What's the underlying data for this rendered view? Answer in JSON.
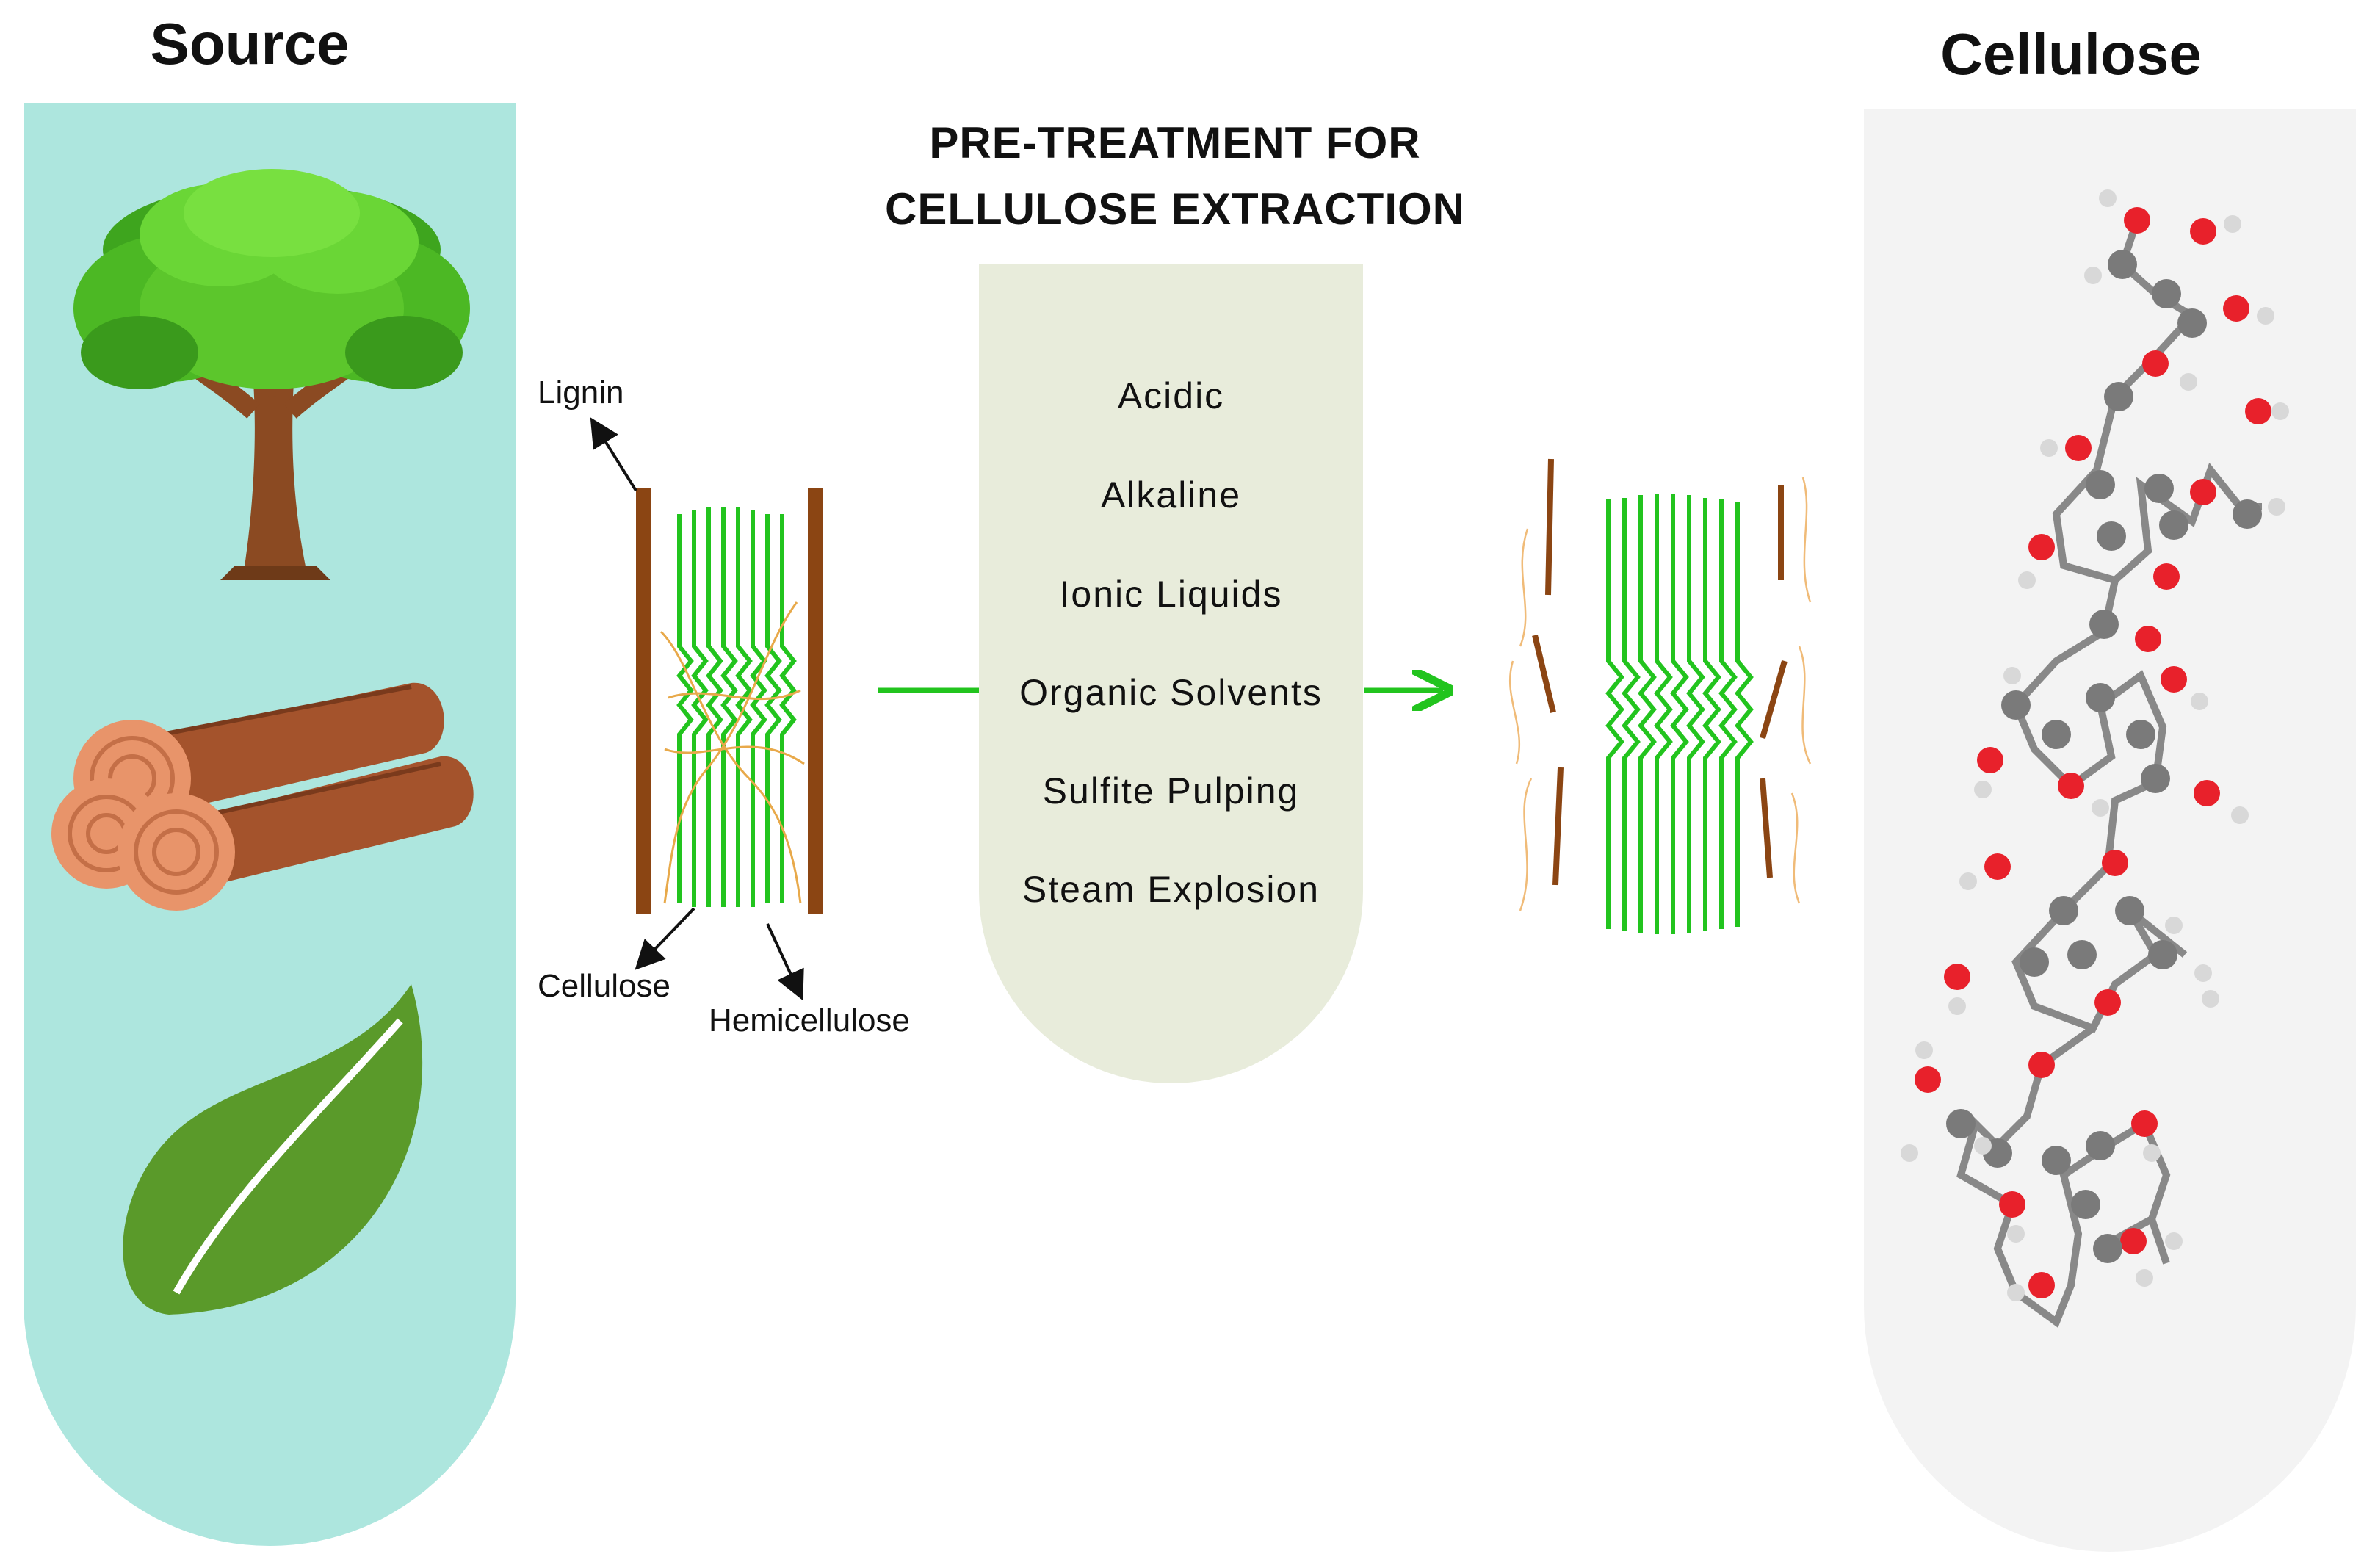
{
  "headings": {
    "source": "Source",
    "cellulose": "Cellulose",
    "pretreatment_line1": "PRE-TREATMENT FOR",
    "pretreatment_line2": "CELLULOSE EXTRACTION"
  },
  "source_icons": [
    "tree-icon",
    "logs-icon",
    "leaf-icon"
  ],
  "fiber_labels": {
    "lignin": "Lignin",
    "cellulose": "Cellulose",
    "hemicellulose": "Hemicellulose"
  },
  "methods": [
    "Acidic",
    "Alkaline",
    "Ionic Liquids",
    "Organic Solvents",
    "Sulfite Pulping",
    "Steam Explosion"
  ],
  "colors": {
    "source_tube": "#ade6de",
    "cellulose_tube": "#f3f3f3",
    "method_tube": "#e8ecdb",
    "cellulose_fiber": "#22c41e",
    "lignin": "#8b4513",
    "hemicellulose": "#e8a94a",
    "arrow": "#22c41e",
    "oxygen_atom": "#e8212b",
    "carbon_atom": "#7a7a7a",
    "hydrogen_atom": "#dcdcdc"
  }
}
